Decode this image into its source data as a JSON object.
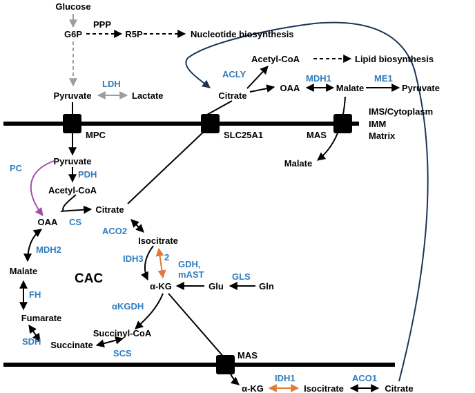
{
  "colors": {
    "metabolite": "#000000",
    "enzyme": "#2f7dbf",
    "grey_arrow": "#9e9e9e",
    "pc_arrow": "#a64ea6",
    "orange_arrow": "#e07b39",
    "feedback_arrow": "#1c3557",
    "membrane": "#000000"
  },
  "labels": {
    "glucose": "Glucose",
    "g6p": "G6P",
    "ppp": "PPP",
    "r5p": "R5P",
    "nucleotide": "Nucleotide biosynthesis",
    "acetylcoa_cyto": "Acetyl-CoA",
    "lipid": "Lipid biosynthesis",
    "acly": "ACLY",
    "mdh1": "MDH1",
    "me1": "ME1",
    "ldh": "LDH",
    "pyruvate_cyto": "Pyruvate",
    "lactate": "Lactate",
    "citrate_cyto": "Citrate",
    "oaa_cyto": "OAA",
    "malate_cyto": "Malate",
    "pyruvate_me1": "Pyruvate",
    "mpc": "MPC",
    "slc25a1": "SLC25A1",
    "mas_top": "MAS",
    "ims": "IMS/Cytoplasm",
    "imm": "IMM",
    "matrix": "Matrix",
    "malate_matrix": "Malate",
    "pyruvate_mito": "Pyruvate",
    "pdh": "PDH",
    "pc": "PC",
    "acetylcoa_mito": "Acetyl-CoA",
    "oaa_mito": "OAA",
    "cs": "CS",
    "citrate_mito": "Citrate",
    "aco2": "ACO2",
    "isocitrate_mito": "Isocitrate",
    "idh3": "IDH3",
    "two": "2",
    "gdh": "GDH,",
    "mast": "mAST",
    "gls": "GLS",
    "akg_mito": "α-KG",
    "glu": "Glu",
    "gln": "Gln",
    "mdh2": "MDH2",
    "malate_mito": "Malate",
    "cac": "CAC",
    "fh": "FH",
    "akgdh": "αKGDH",
    "fumarate": "Fumarate",
    "succinylcoa": "Succinyl-CoA",
    "sdh": "SDH",
    "succinate": "Succinate",
    "scs": "SCS",
    "mas_bottom": "MAS",
    "akg_cyto": "α-KG",
    "idh1": "IDH1",
    "isocitrate_cyto": "Isocitrate",
    "aco1": "ACO1",
    "citrate_bottom": "Citrate"
  }
}
